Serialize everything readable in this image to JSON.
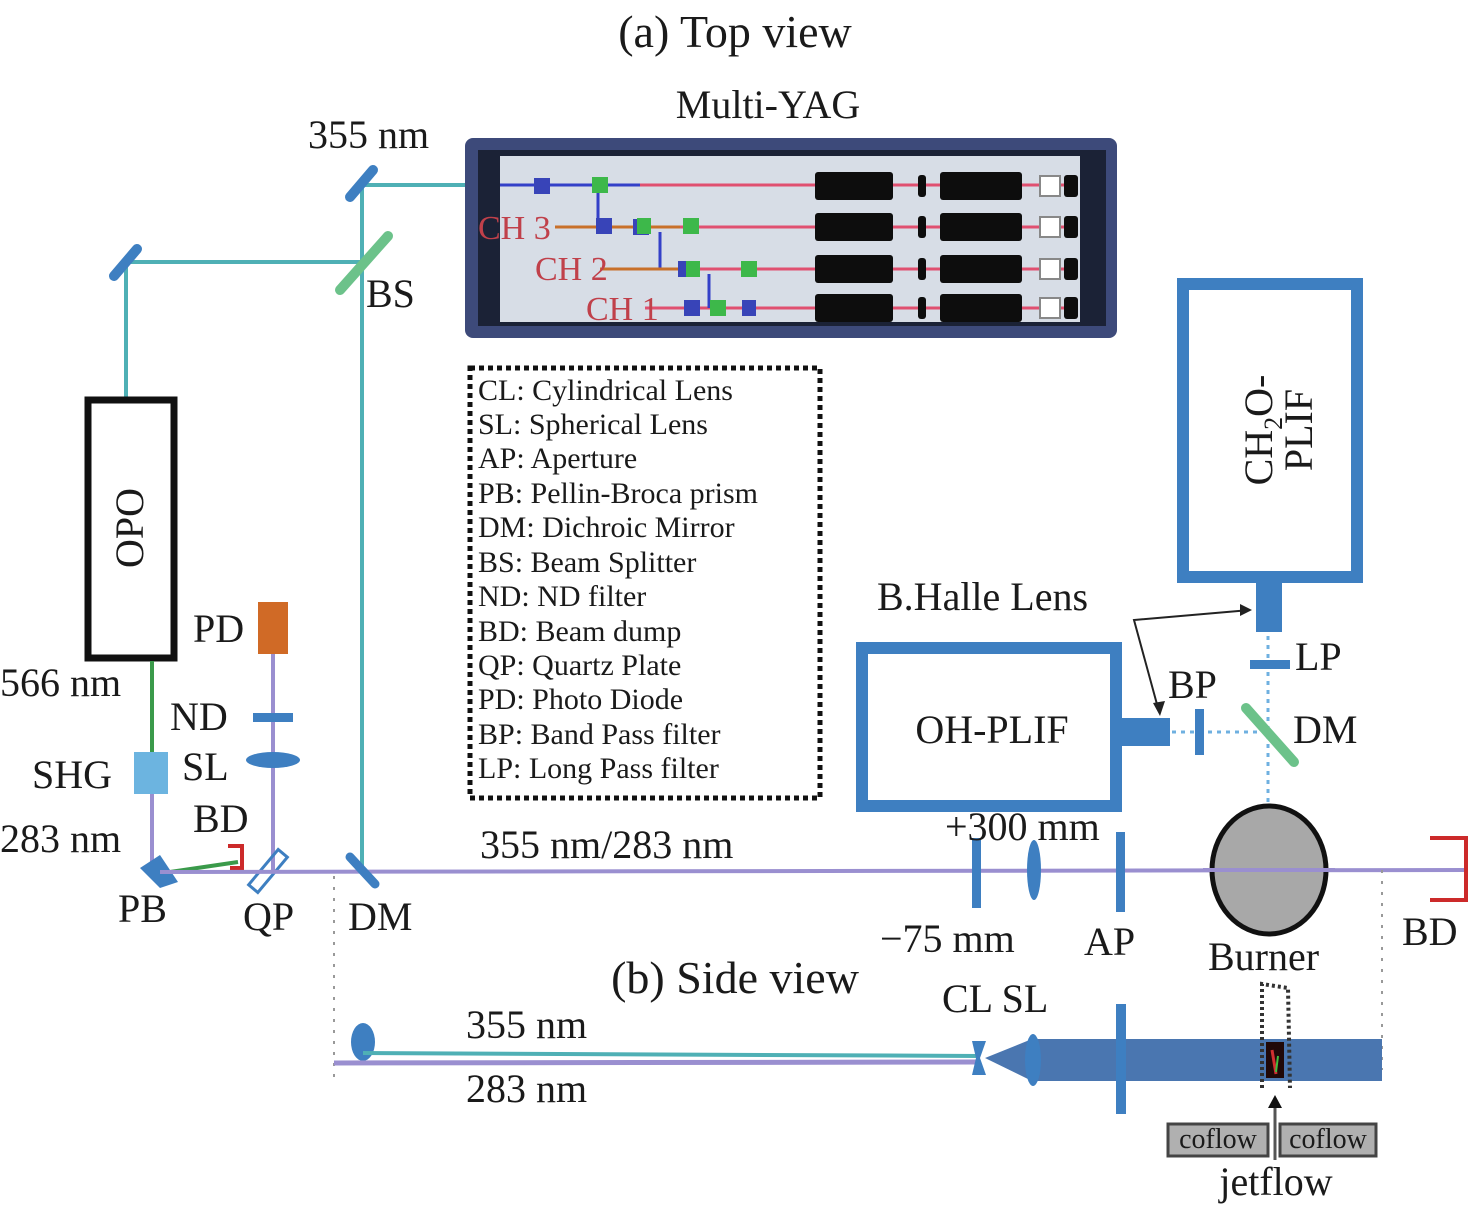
{
  "titles": {
    "top_view": "(a) Top view",
    "side_view": "(b) Side view"
  },
  "laser": {
    "name": "Multi-YAG",
    "channels": [
      "CH 3",
      "CH 2",
      "CH 1"
    ]
  },
  "labels": {
    "nm355_top": "355 nm",
    "bs": "BS",
    "opo": "OPO",
    "nm566": "566 nm",
    "shg": "SHG",
    "nm283": "283 nm",
    "pd": "PD",
    "nd": "ND",
    "sl": "SL",
    "bd_left": "BD",
    "pb": "PB",
    "qp": "QP",
    "dm_bottom": "DM",
    "beam": "355 nm/283 nm",
    "plus300": "+300 mm",
    "minus75": "−75 mm",
    "ap": "AP",
    "burner": "Burner",
    "bd_right": "BD",
    "halle": "B.Halle Lens",
    "ohplif": "OH-PLIF",
    "bp": "BP",
    "lp": "LP",
    "dm_right": "DM",
    "ch2o_a": "CH",
    "ch2o_sub": "2",
    "ch2o_b": "O-",
    "ch2o_plif": "PLIF",
    "cl_sl": "CL SL",
    "side355": "355 nm",
    "side283": "283 nm",
    "coflow_l": "coflow",
    "coflow_r": "coflow",
    "jetflow": "jetflow"
  },
  "legend": [
    "CL: Cylindrical Lens",
    "SL: Spherical Lens",
    "AP: Aperture",
    "PB: Pellin-Broca prism",
    "DM: Dichroic Mirror",
    "BS: Beam Splitter",
    "ND: ND filter",
    "BD: Beam dump",
    "QP: Quartz Plate",
    "PD: Photo Diode",
    "BP: Band Pass filter",
    "LP: Long Pass filter"
  ],
  "colors": {
    "optic_blue": "#3e7fc1",
    "beam_355": "#4fb0b5",
    "beam_283": "#9a8fd0",
    "beam_566": "#3a9a4a",
    "beam_dump": "#cc2a2a",
    "pd_orange": "#d06a26",
    "bs_green": "#6cc28a",
    "laser_frame": "#3d4a7a",
    "channel_label": "#c0404a"
  }
}
